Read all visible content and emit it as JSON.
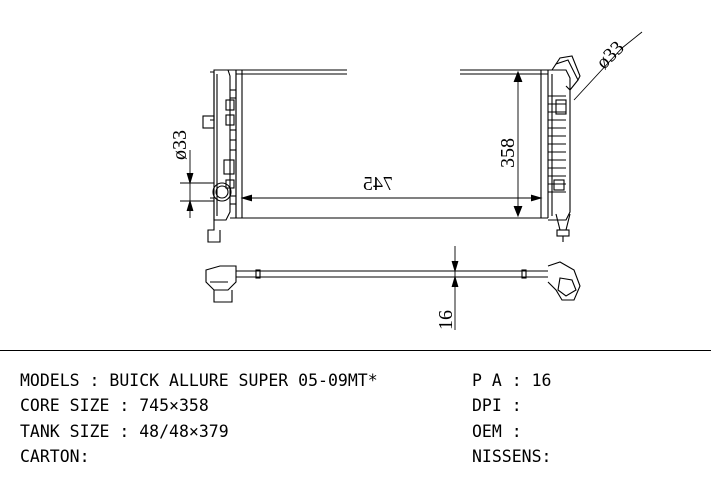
{
  "drawing": {
    "dimensions": {
      "inlet_diameter": "ø33",
      "outlet_diameter": "ø33",
      "core_height": "358",
      "core_width": "745",
      "thickness": "16"
    }
  },
  "specs": {
    "left": [
      {
        "label": "MODELS",
        "sep": " : ",
        "value": "BUICK ALLURE SUPER 05-09MT*"
      },
      {
        "label": "CORE SIZE",
        "sep": " : ",
        "value": "745×358"
      },
      {
        "label": "TANK SIZE",
        "sep": " : ",
        "value": "48/48×379"
      },
      {
        "label": "CARTON",
        "sep": ":",
        "value": ""
      }
    ],
    "right": [
      {
        "label": "P A",
        "sep": " : ",
        "value": "16"
      },
      {
        "label": "DPI",
        "sep": " : ",
        "value": ""
      },
      {
        "label": "OEM",
        "sep": " : ",
        "value": ""
      },
      {
        "label": "NISSENS",
        "sep": ":",
        "value": ""
      }
    ]
  }
}
